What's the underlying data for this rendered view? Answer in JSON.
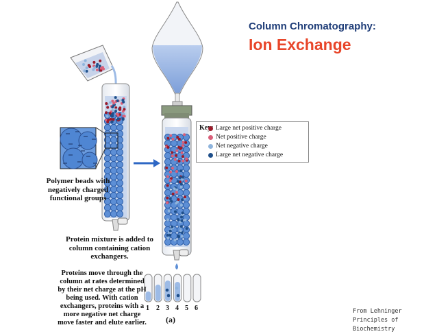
{
  "title": {
    "line1": "Column Chromatography:",
    "line2": "Ion Exchange"
  },
  "labels": {
    "beads": "Polymer beads with negatively charged functional groups",
    "mixture": "Protein mixture is added to column containing cation exchangers.",
    "movement": "Proteins move through the column at rates determined by their net charge at the pH being used. With cation exchangers, proteins with a more negative net charge move faster and elute earlier.",
    "panel": "(a)"
  },
  "key": {
    "title": "Key:",
    "items": [
      {
        "label": "Large net positive charge",
        "color": "#9b1b2a"
      },
      {
        "label": "Net positive charge",
        "color": "#d9607a"
      },
      {
        "label": "Net negative charge",
        "color": "#8fb4dc"
      },
      {
        "label": "Large net negative charge",
        "color": "#1f4f8a"
      }
    ]
  },
  "tube_numbers": [
    "1",
    "2",
    "3",
    "4",
    "5",
    "6"
  ],
  "credit": {
    "line1": "From Lehninger",
    "line2": "Principles of Biochemistry"
  },
  "colors": {
    "bead": "#5d8fd6",
    "bead_dark": "#2f5fa8",
    "liquid": "#9dbbe6",
    "arrow": "#2e67c4",
    "title_dark": "#1f3d78",
    "title_accent": "#e8462a"
  }
}
